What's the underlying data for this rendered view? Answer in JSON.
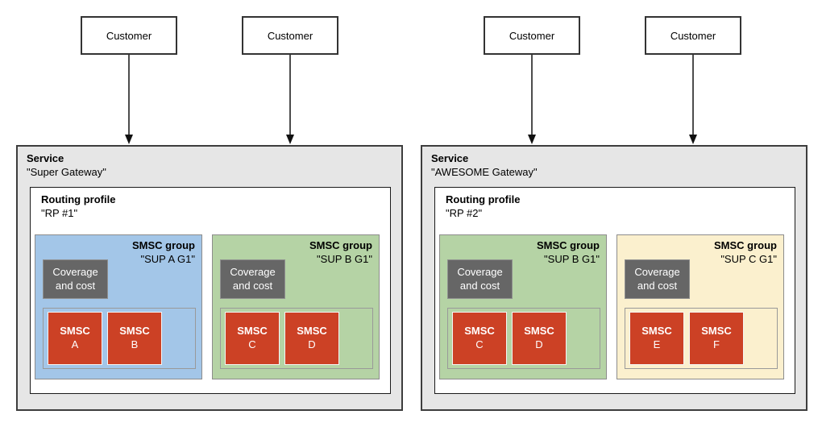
{
  "colors": {
    "service_fill": "#e6e6e6",
    "service_border": "#3d3d3d",
    "group_border": "#8c8c8c",
    "group_blue": "#a3c6e8",
    "group_green": "#b5d3a5",
    "group_yellow": "#fbf0ce",
    "smsc_red": "#cc4125",
    "coverage_gray": "#666666",
    "arrow_black": "#111111"
  },
  "customers": [
    {
      "label": "Customer"
    },
    {
      "label": "Customer"
    },
    {
      "label": "Customer"
    },
    {
      "label": "Customer"
    }
  ],
  "services": [
    {
      "title": "Service",
      "name": "\"Super Gateway\"",
      "routing_profile": {
        "title": "Routing profile",
        "name": "\"RP #1\""
      },
      "groups": [
        {
          "title": "SMSC group",
          "name": "\"SUP A G1\"",
          "color": "#a3c6e8",
          "coverage_label": "Coverage and cost",
          "smscs": [
            {
              "label": "SMSC",
              "id": "A"
            },
            {
              "label": "SMSC",
              "id": "B"
            }
          ]
        },
        {
          "title": "SMSC group",
          "name": "\"SUP B G1\"",
          "color": "#b5d3a5",
          "coverage_label": "Coverage and cost",
          "smscs": [
            {
              "label": "SMSC",
              "id": "C"
            },
            {
              "label": "SMSC",
              "id": "D"
            }
          ]
        }
      ]
    },
    {
      "title": "Service",
      "name": "\"AWESOME Gateway\"",
      "routing_profile": {
        "title": "Routing profile",
        "name": "\"RP #2\""
      },
      "groups": [
        {
          "title": "SMSC group",
          "name": "\"SUP B G1\"",
          "color": "#b5d3a5",
          "coverage_label": "Coverage and cost",
          "smscs": [
            {
              "label": "SMSC",
              "id": "C"
            },
            {
              "label": "SMSC",
              "id": "D"
            }
          ]
        },
        {
          "title": "SMSC group",
          "name": "\"SUP C G1\"",
          "color": "#fbf0ce",
          "coverage_label": "Coverage and cost",
          "smscs": [
            {
              "label": "SMSC",
              "id": "E"
            },
            {
              "label": "SMSC",
              "id": "F"
            }
          ]
        }
      ]
    }
  ]
}
